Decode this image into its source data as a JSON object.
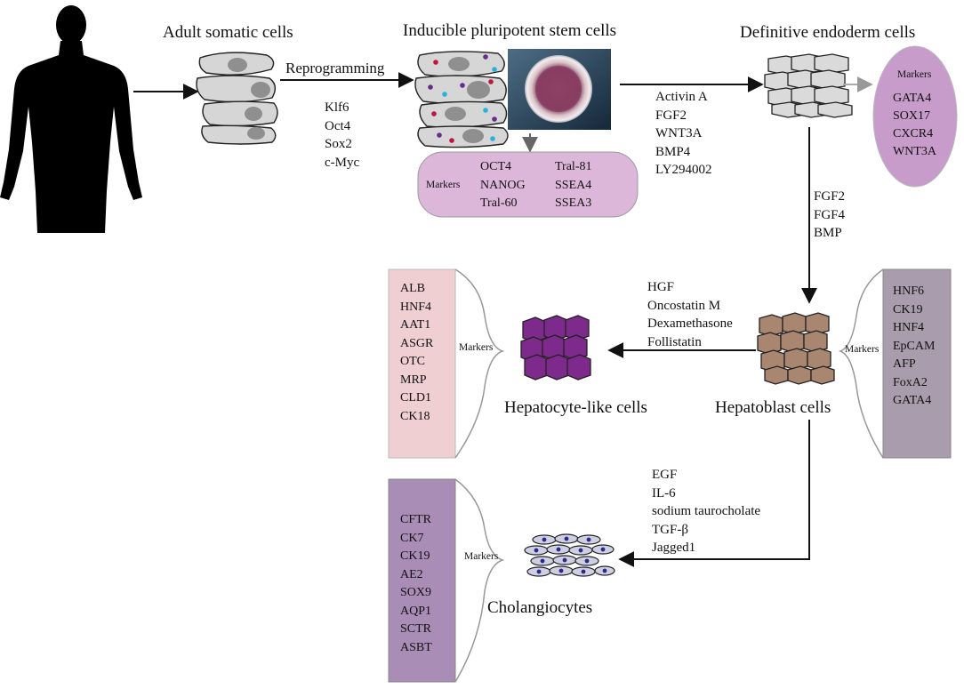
{
  "stages": {
    "adult": "Adult somatic cells",
    "ipsc": "Inducible pluripotent stem cells",
    "endoderm": "Definitive endoderm cells",
    "hepatocyte": "Hepatocyte-like cells",
    "hepatoblast": "Hepatoblast cells",
    "cholangiocyte": "Cholangiocytes"
  },
  "reprogramming": {
    "label": "Reprogramming",
    "factors": [
      "Klf6",
      "Oct4",
      "Sox2",
      "c-Myc"
    ]
  },
  "to_endoderm_factors": [
    "Activin A",
    "FGF2",
    "WNT3A",
    "BMP4",
    "LY294002"
  ],
  "to_hepatoblast_factors": [
    "FGF2",
    "FGF4",
    "BMP"
  ],
  "to_hepatocyte_factors": [
    "HGF",
    "Oncostatin M",
    "Dexamethasone",
    "Follistatin"
  ],
  "to_cholangiocyte_factors": [
    "EGF",
    "IL-6",
    "sodium taurocholate",
    "TGF-β",
    "Jagged1"
  ],
  "marker_label": "Markers",
  "ipsc_markers": {
    "col1": [
      "OCT4",
      "NANOG",
      "Tral-60"
    ],
    "col2": [
      "Tral-81",
      "SSEA4",
      "SSEA3"
    ]
  },
  "endoderm_markers": [
    "GATA4",
    "SOX17",
    "CXCR4",
    "WNT3A"
  ],
  "hepatocyte_markers": [
    "ALB",
    "HNF4",
    "AAT1",
    "ASGR",
    "OTC",
    "MRP",
    "CLD1",
    "CK18"
  ],
  "hepatoblast_markers": [
    "HNF6",
    "CK19",
    "HNF4",
    "EpCAM",
    "AFP",
    "FoxA2",
    "GATA4"
  ],
  "cholangiocyte_markers": [
    "CFTR",
    "CK7",
    "CK19",
    "AE2",
    "SOX9",
    "AQP1",
    "SCTR",
    "ASBT"
  ],
  "colors": {
    "ipsc_marker_box": "#dcb7da",
    "endoderm_marker_box": "#c79cca",
    "hepatocyte_marker_box": "#efcfd2",
    "hepatoblast_marker_box": "#a99cad",
    "cholangiocyte_marker_box": "#a98db6",
    "hepatocyte_cells": "#7d2a8c",
    "hepatoblast_cells": "#a88670",
    "somatic_cells": "#d6d6d6",
    "nucleus": "#8f8f8f",
    "cholangiocyte_nucleus": "#2a2a8a"
  }
}
